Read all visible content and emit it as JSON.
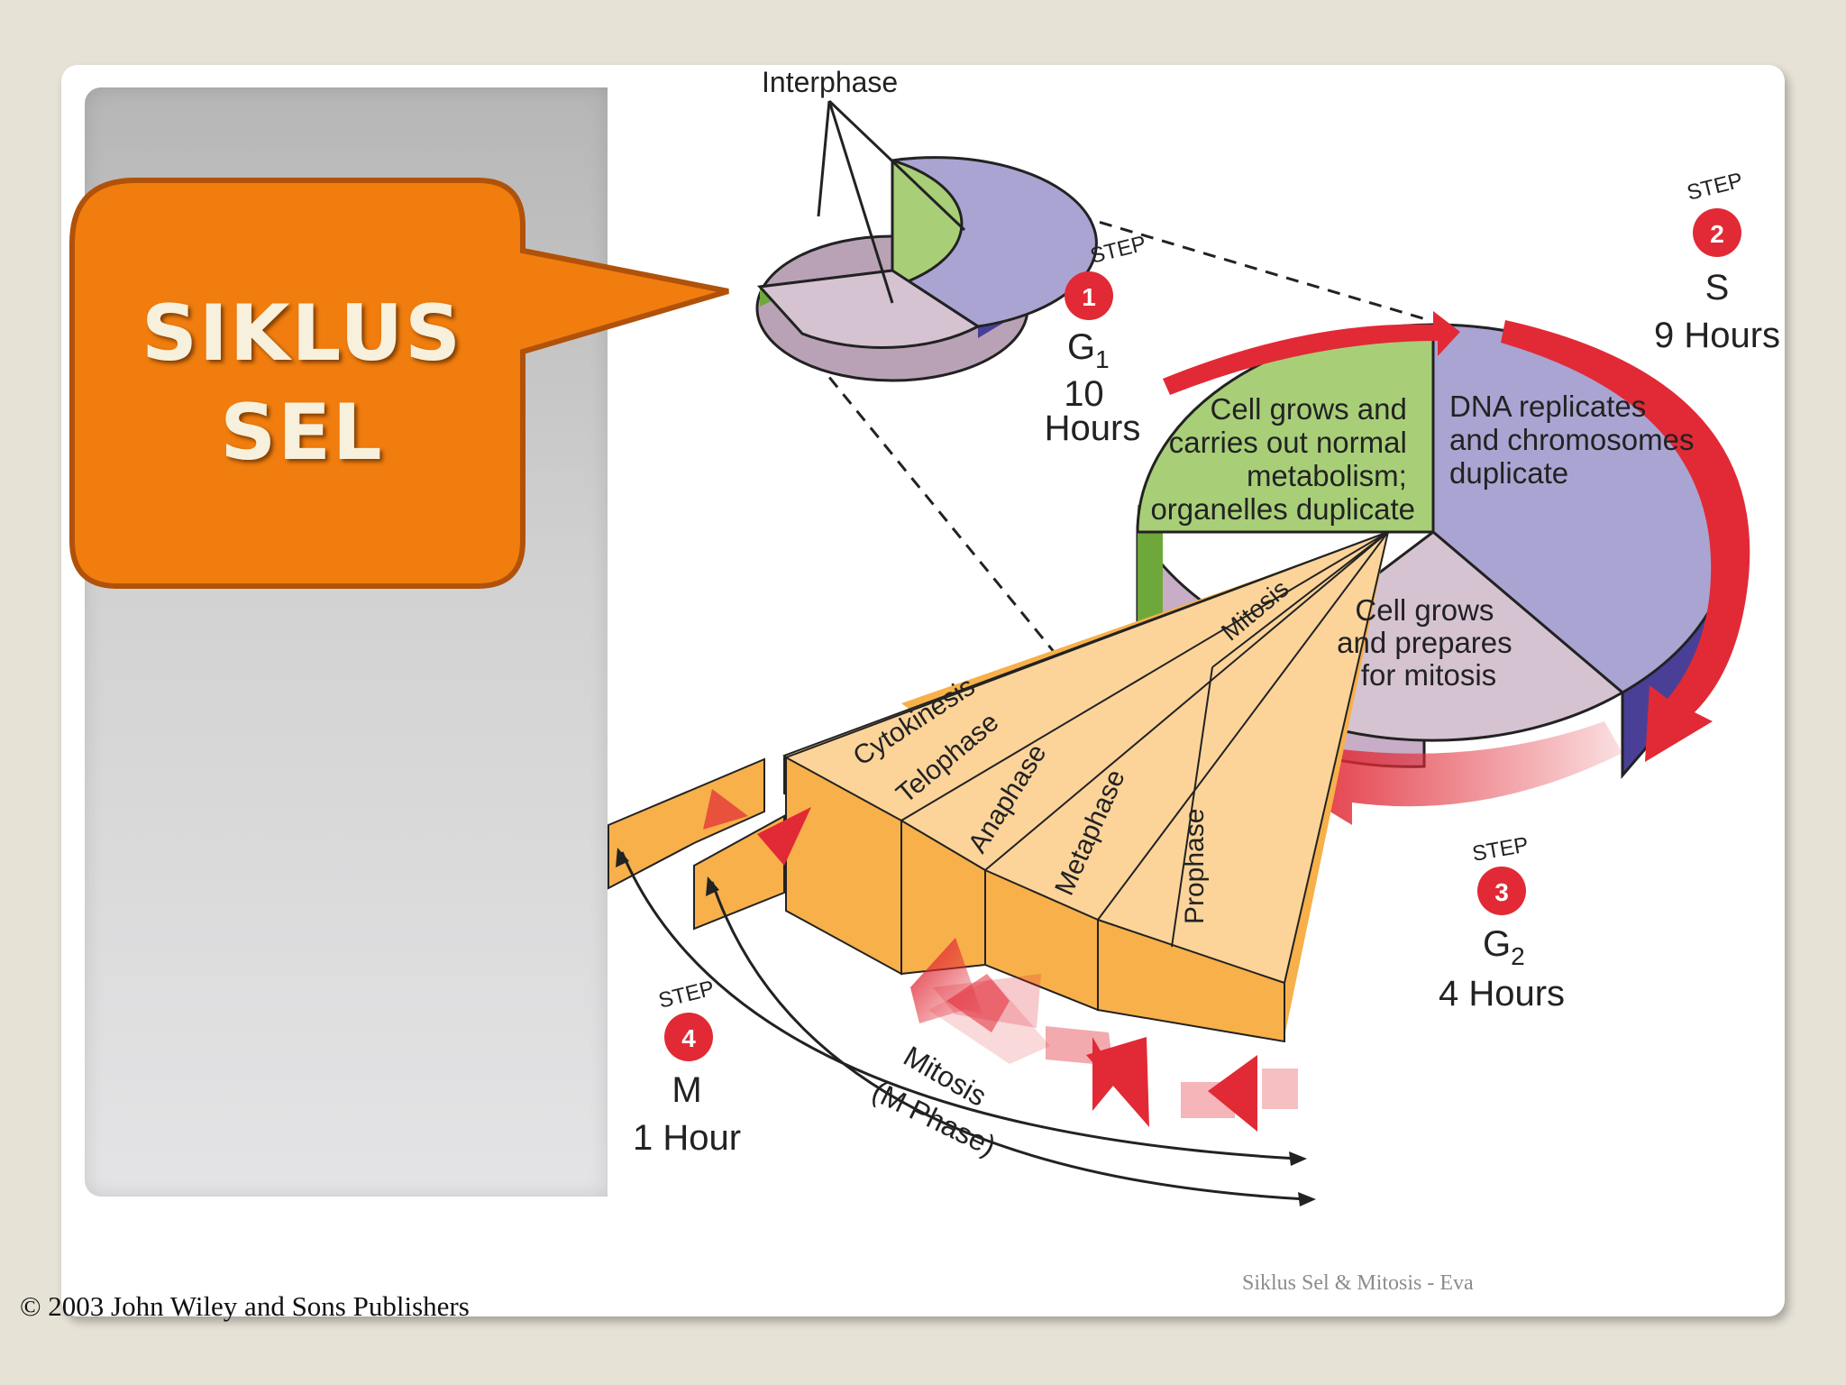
{
  "callout": {
    "line1": "SIKLUS",
    "line2": "SEL"
  },
  "diagram": {
    "interphase_label": "Interphase",
    "step_word": "STEP",
    "step1": {
      "number": "1",
      "phase": "G",
      "sub": "1",
      "duration_line1": "10",
      "duration_line2": "Hours"
    },
    "step2": {
      "number": "2",
      "phase": "S",
      "duration": "9 Hours"
    },
    "step3": {
      "number": "3",
      "phase": "G",
      "sub": "2",
      "duration": "4 Hours"
    },
    "step4": {
      "number": "4",
      "phase": "M",
      "duration": "1 Hour"
    },
    "g1_desc": [
      "Cell grows and",
      "carries out normal",
      "metabolism;",
      "organelles duplicate"
    ],
    "s_desc": [
      "DNA replicates",
      "and chromosomes",
      "duplicate"
    ],
    "g2_desc": [
      "Cell grows",
      "and prepares",
      "for mitosis"
    ],
    "mitosis_label": "Mitosis",
    "mitosis_phases": [
      "Cytokinesis",
      "Telophase",
      "Anaphase",
      "Metaphase",
      "Prophase"
    ],
    "mphase_label_line1": "Mitosis",
    "mphase_label_line2": "(M Phase)"
  },
  "colors": {
    "callout": "#f07d0e",
    "g1": "#a8cf78",
    "s": "#aaa4d2",
    "g2": "#cdb8cc",
    "m": "#fcd49a",
    "arrow_red": "#e12a36"
  },
  "footer": "Siklus Sel & Mitosis - Eva",
  "copyright": "© 2003 John Wiley and Sons Publishers"
}
